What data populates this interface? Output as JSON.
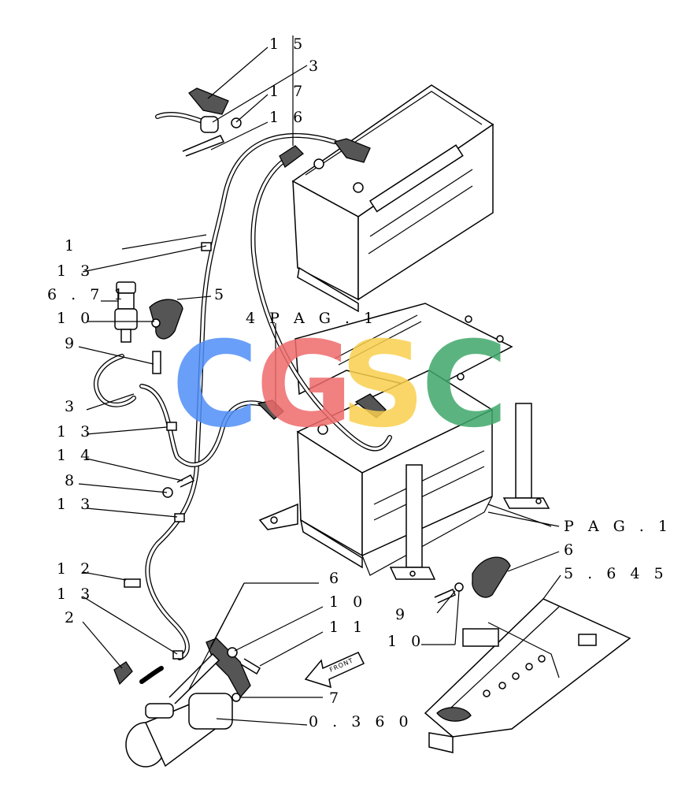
{
  "callouts": [
    {
      "id": "c15",
      "text": "1 5"
    },
    {
      "id": "c3a",
      "text": "3"
    },
    {
      "id": "c17",
      "text": "1 7"
    },
    {
      "id": "c16",
      "text": "1 6"
    },
    {
      "id": "c1",
      "text": "1"
    },
    {
      "id": "c13a",
      "text": "1 3"
    },
    {
      "id": "c671",
      "text": "6 . 7 1"
    },
    {
      "id": "c5",
      "text": "5"
    },
    {
      "id": "c10a",
      "text": "1 0"
    },
    {
      "id": "c4pag",
      "text": "4 P A G . 1"
    },
    {
      "id": "c9a",
      "text": "9"
    },
    {
      "id": "c3b",
      "text": "3"
    },
    {
      "id": "c13b",
      "text": "1 3"
    },
    {
      "id": "c14",
      "text": "1 4"
    },
    {
      "id": "c8",
      "text": "8"
    },
    {
      "id": "c13c",
      "text": "1 3"
    },
    {
      "id": "cpag1",
      "text": "P A G . 1"
    },
    {
      "id": "c6a",
      "text": "6"
    },
    {
      "id": "c5645",
      "text": "5 . 6 4 5"
    },
    {
      "id": "c12",
      "text": "1 2"
    },
    {
      "id": "c6b",
      "text": "6"
    },
    {
      "id": "c13d",
      "text": "1 3"
    },
    {
      "id": "c9b",
      "text": "9"
    },
    {
      "id": "c10b",
      "text": "1 0"
    },
    {
      "id": "c10c",
      "text": "1 0"
    },
    {
      "id": "c2",
      "text": "2"
    },
    {
      "id": "c11",
      "text": "1 1"
    },
    {
      "id": "c7",
      "text": "7"
    },
    {
      "id": "c0360",
      "text": "0 . 3 6 0"
    }
  ],
  "front_arrow_text": "FRONT",
  "watermark": {
    "letters": [
      "C",
      "G",
      "S",
      "C"
    ],
    "colors": [
      "#4f8ff7",
      "#ef6b6b",
      "#f9cf4d",
      "#3fa86a"
    ]
  }
}
